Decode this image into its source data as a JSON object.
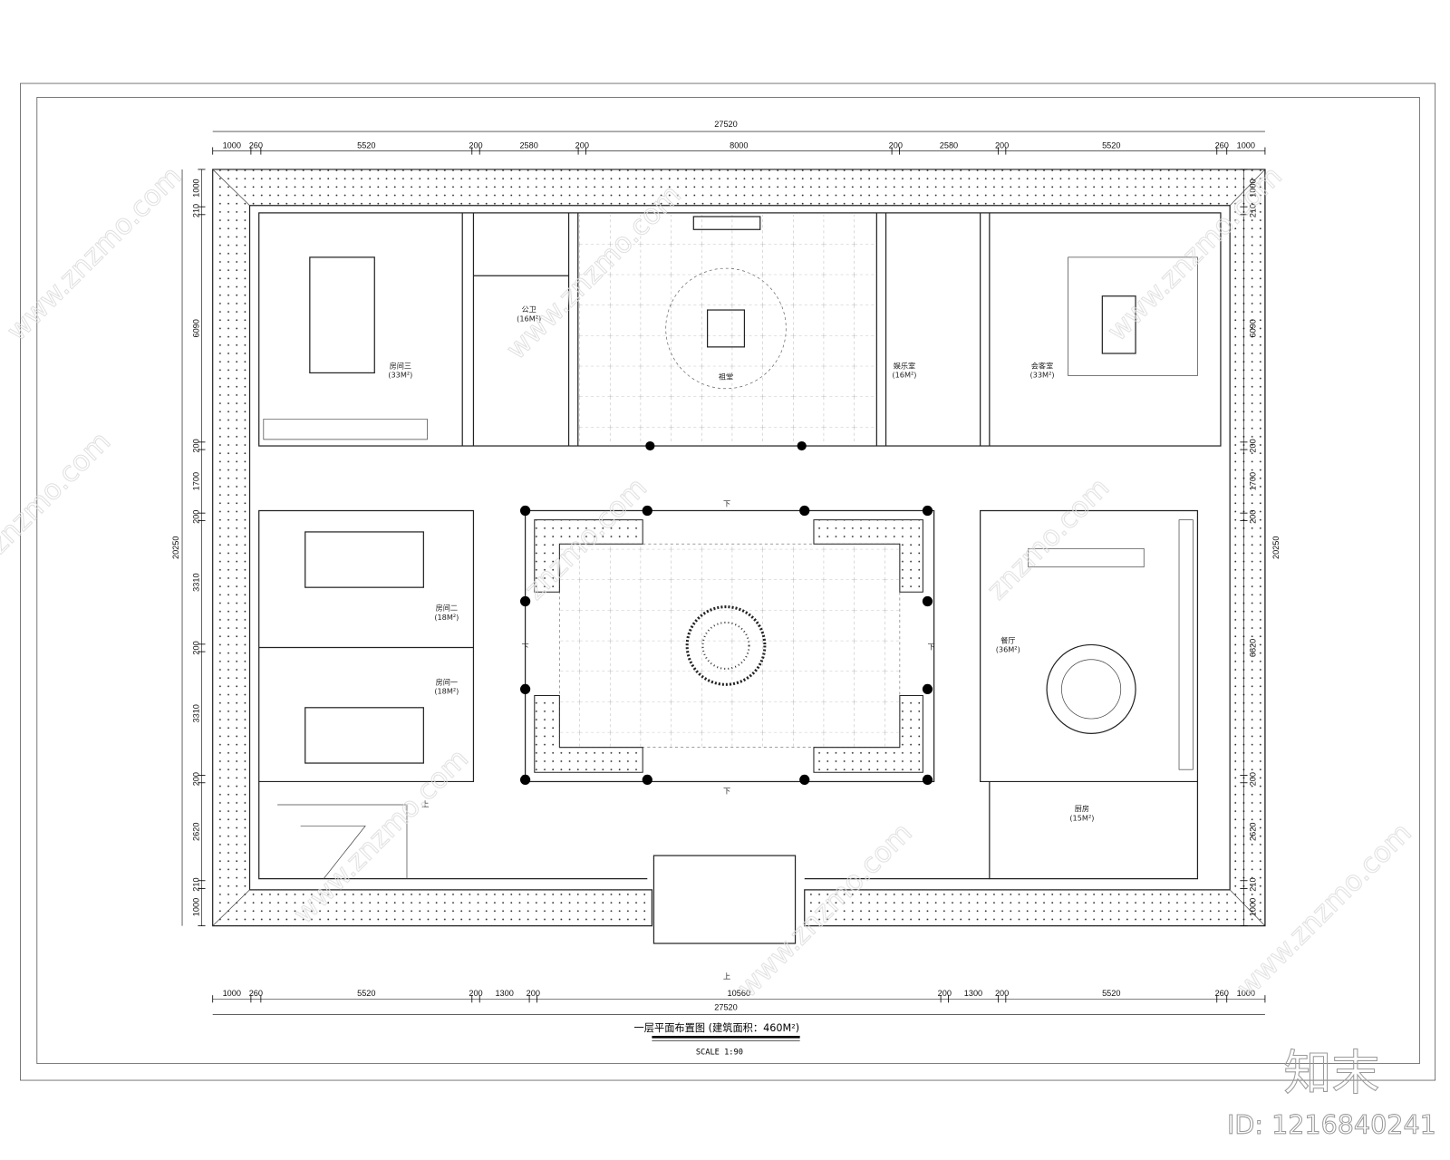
{
  "drawing": {
    "title": "一层平面布置图 (建筑面积：460M²)",
    "scale": "SCALE 1:90"
  },
  "rooms": {
    "room3": {
      "name": "房间三",
      "area": "(33M²)"
    },
    "toilet": {
      "name": "公卫",
      "area": "(16M²)"
    },
    "ancestral_hall": {
      "name": "祖堂"
    },
    "entertainment": {
      "name": "娱乐室",
      "area": "(16M²)"
    },
    "reception": {
      "name": "会客室",
      "area": "(33M²)"
    },
    "room2": {
      "name": "房间二",
      "area": "(18M²)"
    },
    "room1": {
      "name": "房间一",
      "area": "(18M²)"
    },
    "dining": {
      "name": "餐厅",
      "area": "(36M²)"
    },
    "kitchen": {
      "name": "厨房",
      "area": "(15M²)"
    }
  },
  "stair_marks": {
    "down": "下",
    "up": "上"
  },
  "dimensions": {
    "top_total": "27520",
    "top": [
      "1000",
      "260",
      "5520",
      "200",
      "2580",
      "200",
      "8000",
      "200",
      "2580",
      "200",
      "5520",
      "260",
      "1000"
    ],
    "bottom_total": "27520",
    "bottom": [
      "1000",
      "260",
      "5520",
      "200",
      "1300",
      "200",
      "10560",
      "200",
      "1300",
      "200",
      "5520",
      "260",
      "1000"
    ],
    "left_total": "20250",
    "left": [
      "1000",
      "210",
      "6090",
      "200",
      "1700",
      "200",
      "3310",
      "200",
      "3310",
      "200",
      "2620",
      "210",
      "1000"
    ],
    "right_total": "20250",
    "right": [
      "1000",
      "210",
      "6090",
      "200",
      "1700",
      "200",
      "6820",
      "200",
      "2620",
      "210",
      "1000"
    ]
  },
  "watermark": {
    "brand": "知末",
    "id": "ID: 1216840241",
    "site": "znzmo.com",
    "site_alt": "www.znzmo.com"
  }
}
